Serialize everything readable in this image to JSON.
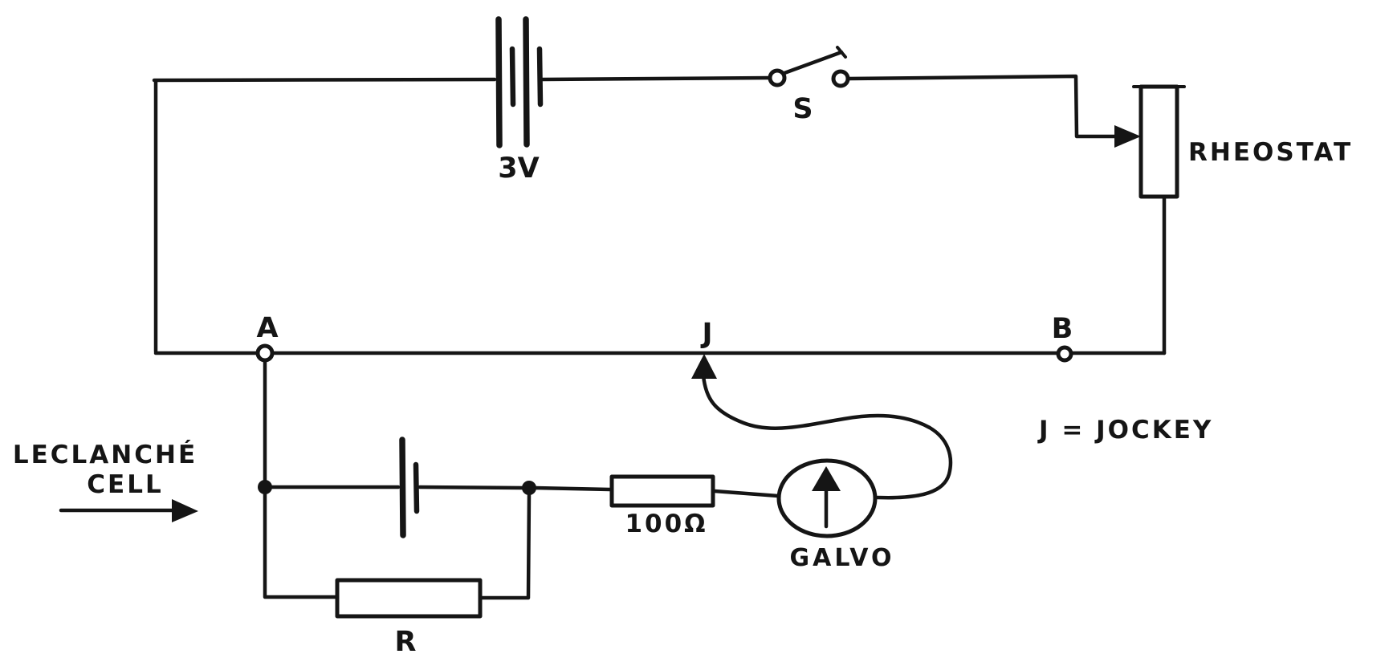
{
  "canvas": {
    "background_color": "#ffffff",
    "ink_color": "#151515"
  },
  "labels": {
    "battery_voltage": "3V",
    "switch": "S",
    "rheostat": "RHEOSTAT",
    "point_a": "A",
    "point_j": "J",
    "point_b": "B",
    "jockey_note": "J = JOCKEY",
    "cell_name_line1": "LECLANCHÉ",
    "cell_name_line2": "CELL",
    "series_resistor": "100Ω",
    "galvanometer": "GALVO",
    "shunt_resistor": "R"
  }
}
